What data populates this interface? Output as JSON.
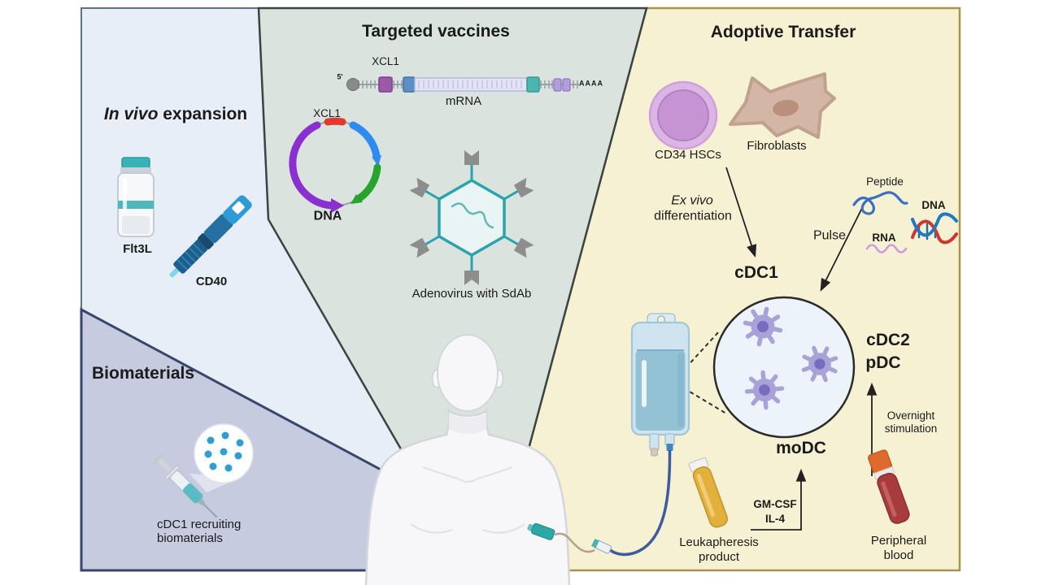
{
  "colors": {
    "panel_in_vivo_bg": "#e8eef7",
    "panel_targeted_bg": "#dbe3df",
    "panel_adoptive_bg": "#f6f1d2",
    "panel_biomaterials_bg": "#c7cbdf",
    "accent_teal": "#37b3b8",
    "plasmid_purple": "#8a2fd0",
    "plasmid_blue": "#2e8cf0",
    "plasmid_green": "#27a42e",
    "plasmid_red": "#e23b2e",
    "dc_cell_purple": "#a9a2d8",
    "text": "#1b1b1b"
  },
  "panels": {
    "in_vivo": {
      "title_italic": "In vivo",
      "title_rest": " expansion",
      "vial_label": "Flt3L",
      "pen_label": "CD40"
    },
    "targeted": {
      "title": "Targeted vaccines",
      "mrna_gene": "XCL1",
      "five_prime": "5'",
      "poly_a": "AAAA",
      "mrna_label": "mRNA",
      "plasmid_gene": "XCL1",
      "plasmid_label": "DNA",
      "adenovirus_label": "Adenovirus with SdAb"
    },
    "biomaterials": {
      "title": "Biomaterials",
      "caption_line1": "cDC1 recruiting",
      "caption_line2": "biomaterials"
    },
    "adoptive": {
      "title": "Adoptive Transfer",
      "cd34_label": "CD34 HSCs",
      "fibroblasts_label": "Fibroblasts",
      "ex_vivo_italic": "Ex vivo",
      "ex_vivo_rest": "differentiation",
      "cdc1_label": "cDC1",
      "peptide_label": "Peptide",
      "dna_label": "DNA",
      "rna_label": "RNA",
      "pulse_label": "Pulse",
      "cdc2_label": "cDC2",
      "pdc_label": "pDC",
      "modc_label": "moDC",
      "overnight_line1": "Overnight",
      "overnight_line2": "stimulation",
      "gmcsf_label": "GM-CSF",
      "il4_label": "IL-4",
      "leukapheresis_line1": "Leukapheresis",
      "leukapheresis_line2": "product",
      "peripheral_line1": "Peripheral",
      "peripheral_line2": "blood"
    }
  }
}
